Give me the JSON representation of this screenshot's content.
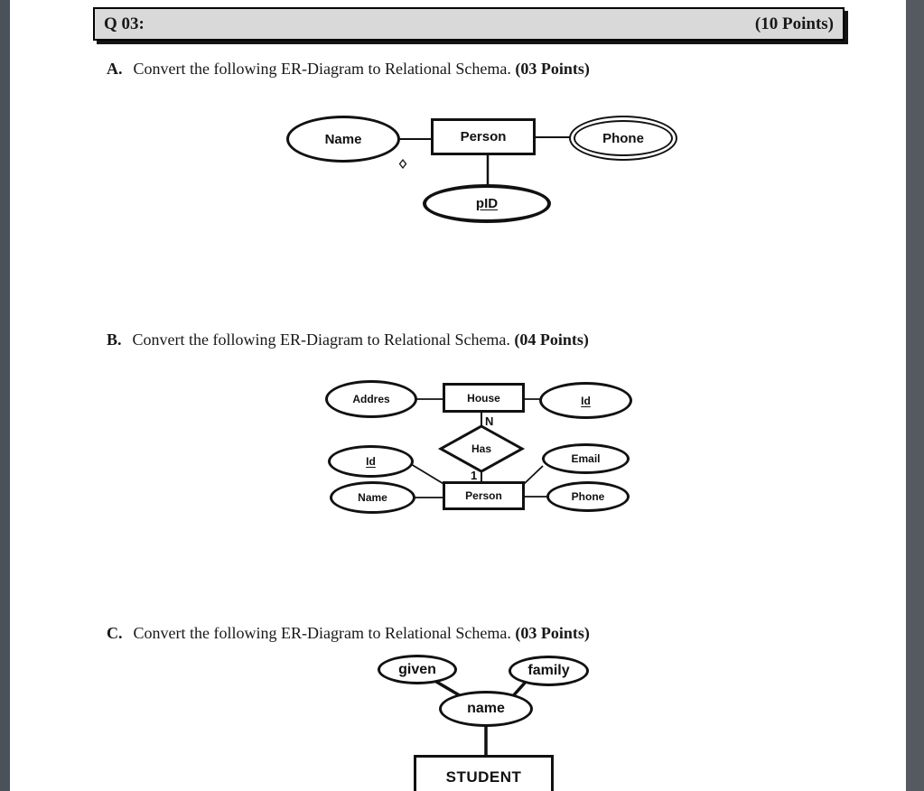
{
  "header": {
    "title": "Q 03:",
    "points": "(10 Points)"
  },
  "sections": [
    {
      "label": "A.",
      "text": "Convert the following ER-Diagram to Relational Schema.",
      "points": "(03 Points)"
    },
    {
      "label": "B.",
      "text": "Convert the following ER-Diagram to Relational Schema.",
      "points": "(04 Points)"
    },
    {
      "label": "C.",
      "text": "Convert the following ER-Diagram to Relational Schema.",
      "points": "(03 Points)"
    }
  ],
  "diagram_a": {
    "attr_name": "Name",
    "entity_person": "Person",
    "attr_phone": "Phone",
    "attr_pid": "pID"
  },
  "diagram_b": {
    "attr_addres": "Addres",
    "entity_house": "House",
    "attr_id_house": "Id",
    "rel_has": "Has",
    "card_n": "N",
    "card_1": "1",
    "attr_id_person": "Id",
    "attr_email": "Email",
    "attr_name": "Name",
    "entity_person": "Person",
    "attr_phone": "Phone"
  },
  "diagram_c": {
    "attr_given": "given",
    "attr_family": "family",
    "attr_name": "name",
    "entity_student": "STUDENT"
  },
  "colors": {
    "header_bg": "#d9d9d9",
    "ink": "#111111",
    "edge_left": "#4b5158",
    "edge_right": "#555a60"
  }
}
